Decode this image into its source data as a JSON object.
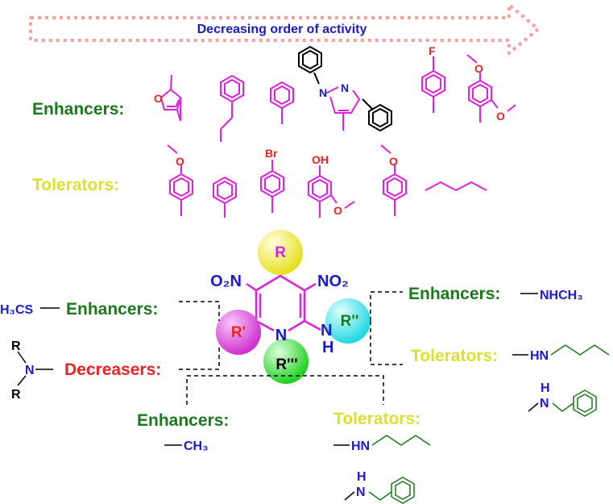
{
  "banner": {
    "text": "Decreasing order of activity"
  },
  "rows": {
    "enhancers_label": "Enhancers:",
    "tolerators_label": "Tolerators:",
    "fluoro": "F",
    "bromo": "Br",
    "hydroxy": "OH",
    "oxygen": "O",
    "pyrazole_n1": "N",
    "pyrazole_n2": "N"
  },
  "core": {
    "r_top": "R",
    "r_left": "R'",
    "r_right": "R''",
    "r_bottom": "R'''",
    "nitro_left": "O₂N",
    "nitro_right": "NO₂",
    "ring_n": "N",
    "nh_n": "N",
    "nh_h": "H"
  },
  "left_r": {
    "enhancers_label": "Enhancers:",
    "enhancer_group": "H₃CS",
    "decreasers_label": "Decreasers:",
    "amine_n": "N",
    "amine_r1": "R",
    "amine_r2": "R"
  },
  "right_r": {
    "enhancers_label": "Enhancers:",
    "enhancer_group": "NHCH₃",
    "tolerators_label": "Tolerators:",
    "butylamine": "HN",
    "benzylamine_n": "N",
    "benzylamine_h": "H"
  },
  "bottom_r": {
    "enhancers_label": "Enhancers:",
    "enhancer_group": "CH₃",
    "tolerators_label": "Tolerators:",
    "butylamine": "HN",
    "benzylamine_n": "N",
    "benzylamine_h": "H"
  },
  "colors": {
    "enhancer": "#1a7a1a",
    "tolerator": "#e0e02a",
    "decreaser": "#ee2222",
    "substituent": "#dd22dd",
    "heteroatom": "#ee2222",
    "nitrogen": "#1a1acc",
    "banner_text": "#1a1acc",
    "banner_border": "#f4a0a0",
    "ball_yellow": "#f5f23a",
    "ball_magenta": "#e24ee2",
    "ball_cyan": "#4ee8ef",
    "ball_green": "#46e84e"
  }
}
